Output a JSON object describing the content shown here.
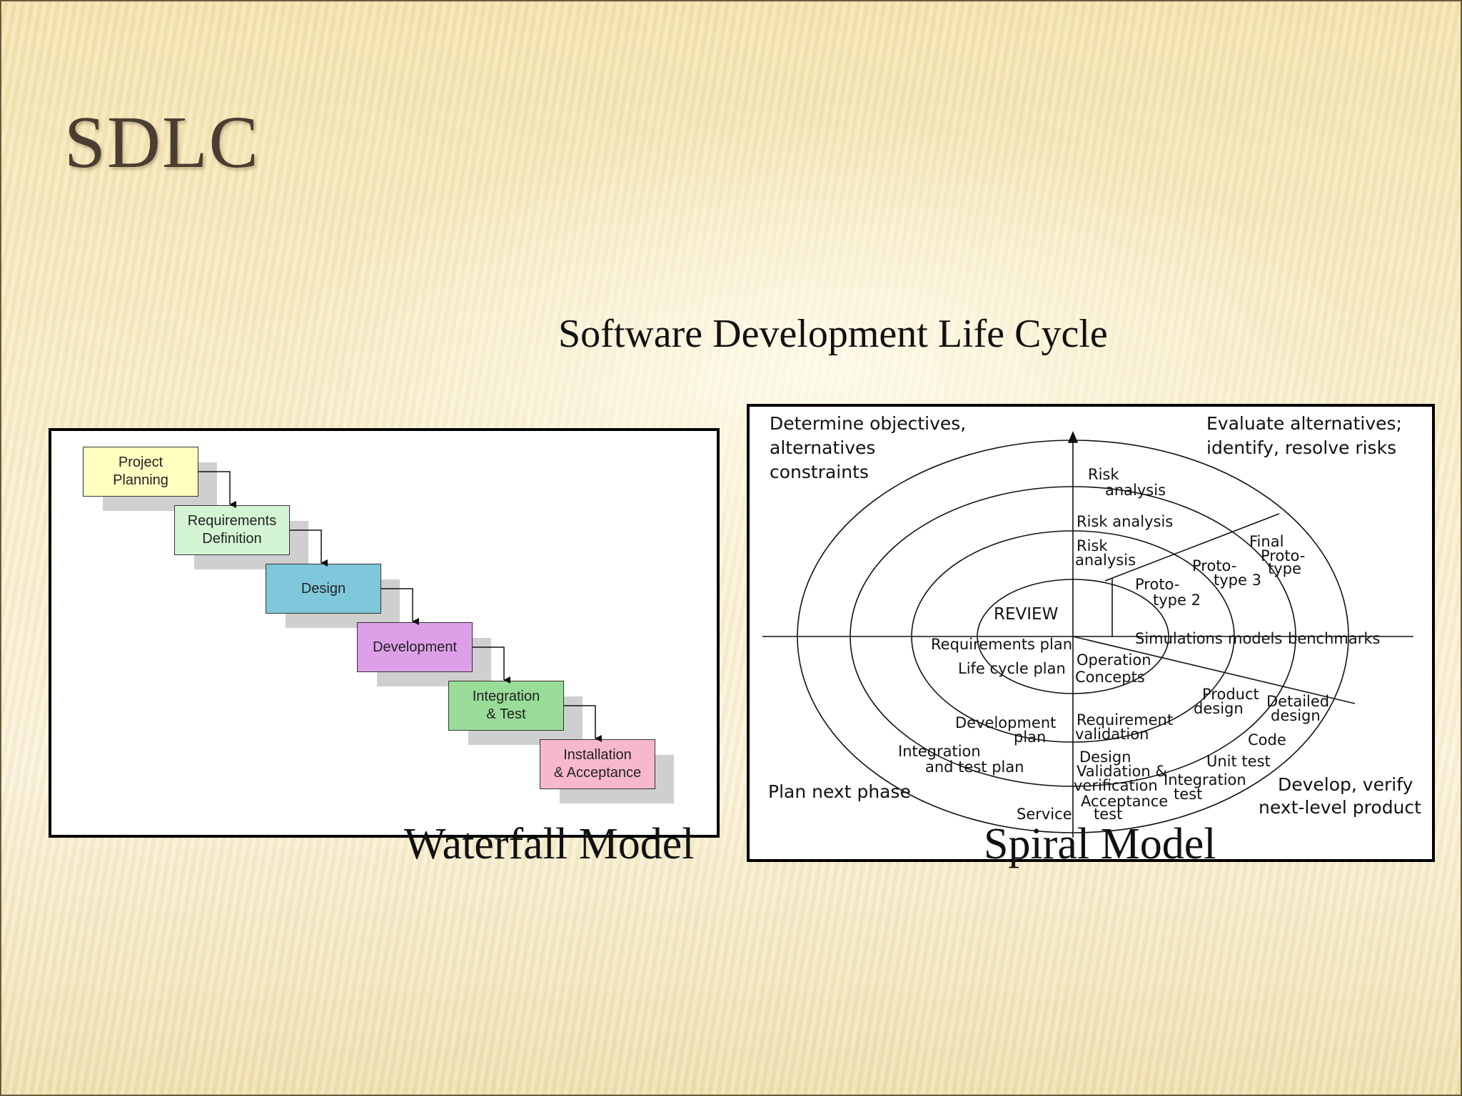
{
  "slide": {
    "title": "SDLC",
    "subtitle": "Software Development Life Cycle"
  },
  "waterfall": {
    "caption": "Waterfall Model",
    "stages": [
      {
        "label": "Project\nPlanning",
        "color": "#ffffc0"
      },
      {
        "label": "Requirements\nDefinition",
        "color": "#d4f5d4"
      },
      {
        "label": "Design",
        "color": "#7fc8dc"
      },
      {
        "label": "Development",
        "color": "#dda0e8"
      },
      {
        "label": "Integration\n& Test",
        "color": "#99dd99"
      },
      {
        "label": "Installation\n& Acceptance",
        "color": "#f7b8cc"
      }
    ]
  },
  "spiral": {
    "caption": "Spiral Model",
    "quadrants": {
      "top_left": [
        "Determine objectives,",
        "alternatives",
        "constraints"
      ],
      "top_right": [
        "Evaluate alternatives;",
        "identify, resolve risks"
      ],
      "bottom_left": "Plan next phase",
      "bottom_right": [
        "Develop, verify",
        "next-level product"
      ]
    },
    "labels": {
      "risk_analysis_outer": [
        "Risk",
        "analysis"
      ],
      "risk_analysis_2": "Risk analysis",
      "risk_analysis_3": [
        "Risk",
        "analysis"
      ],
      "review": "REVIEW",
      "final_prototype": [
        "Final",
        "Proto-",
        "type"
      ],
      "prototype_3": [
        "Proto-",
        "type 3"
      ],
      "prototype_2": [
        "Proto-",
        "type 2"
      ],
      "simulations": "Simulations",
      "models": "models",
      "benchmarks": "benchmarks",
      "requirements_plan": "Requirements plan",
      "life_cycle_plan": "Life cycle plan",
      "operation_concepts": [
        "Operation",
        "Concepts"
      ],
      "product_design": [
        "Product",
        "design"
      ],
      "detailed_design": [
        "Detailed",
        "design"
      ],
      "development_plan": [
        "Development",
        "plan"
      ],
      "requirement_validation": [
        "Requirement",
        "validation"
      ],
      "code": "Code",
      "integration_test_plan": [
        "Integration",
        "and test plan"
      ],
      "design_validation": [
        "Design",
        "Validation &",
        "verification"
      ],
      "unit_test": "Unit test",
      "integration_test": [
        "Integration",
        "test"
      ],
      "acceptance_test": [
        "Acceptance",
        "test"
      ],
      "service": "Service"
    }
  }
}
